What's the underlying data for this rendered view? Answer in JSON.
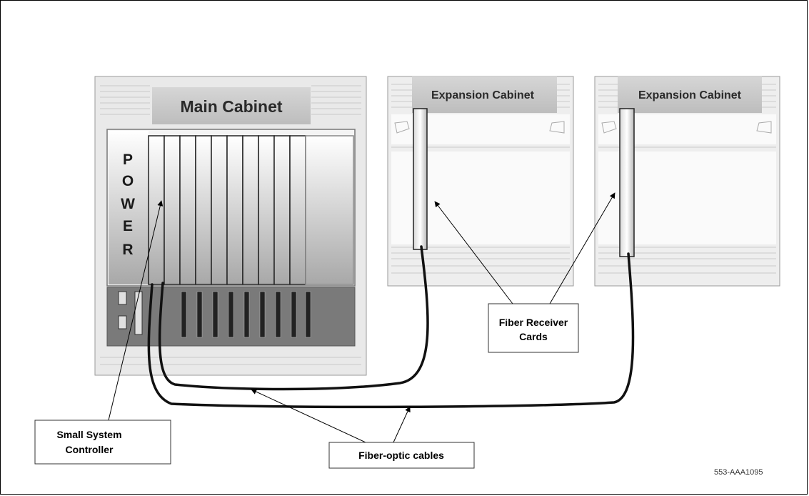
{
  "main_cabinet": {
    "title": "Main Cabinet",
    "power_letters": [
      "P",
      "O",
      "W",
      "E",
      "R"
    ]
  },
  "expansion_cabinets": [
    {
      "title": "Expansion Cabinet"
    },
    {
      "title": "Expansion Cabinet"
    }
  ],
  "callouts": {
    "fiber_receiver_line1": "Fiber Receiver",
    "fiber_receiver_line2": "Cards",
    "controller_line1": "Small System",
    "controller_line2": "Controller",
    "cables": "Fiber-optic cables"
  },
  "figure_id": "553-AAA1095",
  "colors": {
    "cabinet_body": "#e9e9e9",
    "cabinet_header": "#c8c8c8",
    "connector_panel": "#7a7a7a",
    "cable": "#111111"
  }
}
